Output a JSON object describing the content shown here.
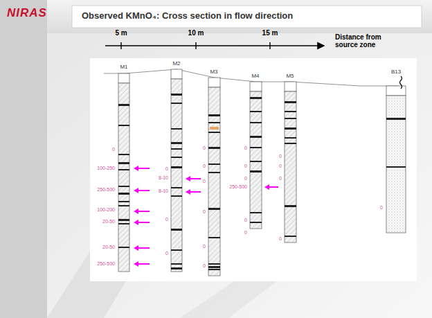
{
  "diagram": {
    "title": "Observed KMnO₄: Cross section in flow direction",
    "labels": [
      "NIRAS",
      "5 m",
      "10 m",
      "15 m",
      "Distance from source zone",
      "M1",
      "M2",
      "M3",
      "M4",
      "M5",
      "B13",
      "0",
      "100-250",
      "250-500",
      "100-200",
      "20-50",
      "20-50",
      "250-500",
      "0",
      "8-10",
      "8-10",
      "0",
      "0",
      "0",
      "0",
      "0",
      "0",
      "0",
      "0",
      "0",
      "0",
      "0",
      "250-500",
      "0",
      "0",
      "0",
      "0",
      "0",
      "0",
      "0"
    ]
  }
}
